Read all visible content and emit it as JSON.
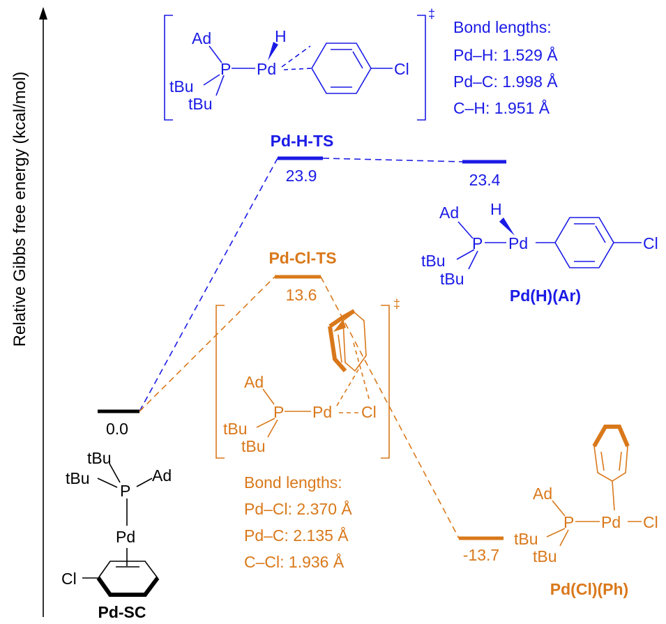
{
  "axis": {
    "label": "Relative Gibbs free energy (kcal/mol)"
  },
  "colors": {
    "black": "#000000",
    "blue": "#1a1ae6",
    "orange": "#d9781a"
  },
  "levels": {
    "sc": {
      "energy": "0.0",
      "name": "Pd-SC"
    },
    "htsv": {
      "energy": "23.9",
      "name": "Pd-H-TS"
    },
    "hprod": {
      "energy": "23.4",
      "name": "Pd(H)(Ar)"
    },
    "cltsv": {
      "energy": "13.6",
      "name": "Pd-Cl-TS"
    },
    "clprod": {
      "energy": "-13.7",
      "name": "Pd(Cl)(Ph)"
    }
  },
  "bond_lengths_h": {
    "title": "Bond lengths:",
    "lines": [
      "Pd–H: 1.529 Å",
      "Pd–C: 1.998 Å",
      "C–H: 1.951 Å"
    ]
  },
  "bond_lengths_cl": {
    "title": "Bond lengths:",
    "lines": [
      "Pd–Cl: 2.370 Å",
      "Pd–C: 2.135 Å",
      "C–Cl: 1.936 Å"
    ]
  },
  "atoms": {
    "ad": "Ad",
    "p": "P",
    "pd": "Pd",
    "h": "H",
    "cl": "Cl",
    "tbu": "tBu",
    "dagger": "‡"
  }
}
